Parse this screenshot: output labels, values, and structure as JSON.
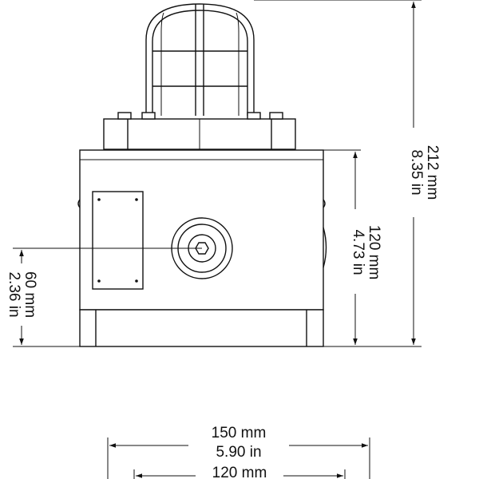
{
  "dimensions": {
    "height_total": {
      "metric": "212 mm",
      "imperial": "8.35 in"
    },
    "height_body": {
      "metric": "120 mm",
      "imperial": "4.73 in"
    },
    "height_axis": {
      "metric": "60 mm",
      "imperial": "2.36 in"
    },
    "width_total": {
      "metric": "150 mm",
      "imperial": "5.90 in"
    },
    "width_base": {
      "metric": "120 mm"
    }
  },
  "colors": {
    "line": "#111111",
    "background": "#ffffff"
  }
}
